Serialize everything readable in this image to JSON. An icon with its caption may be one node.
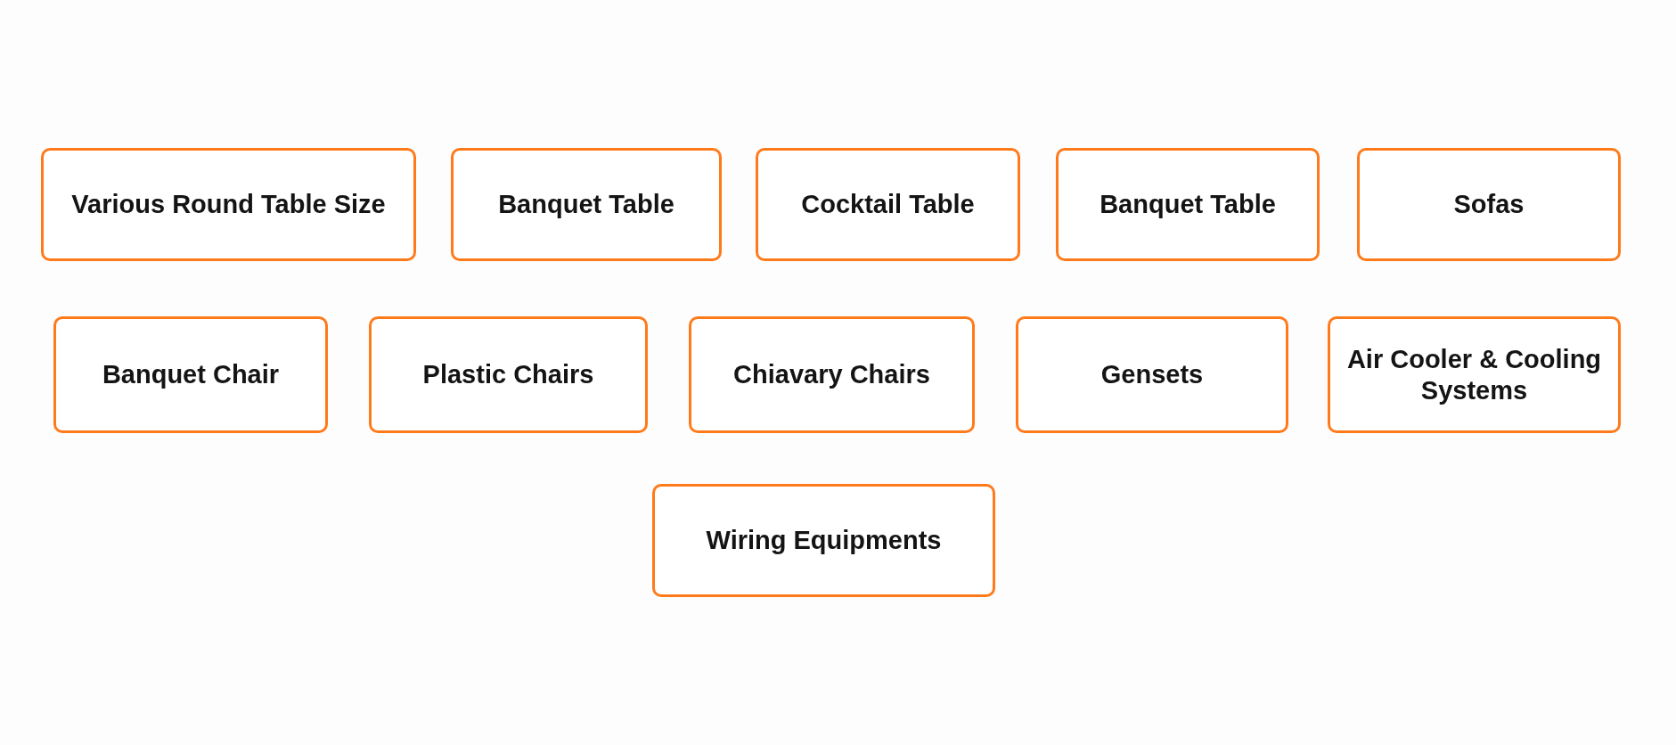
{
  "diagram": {
    "nodes": [
      {
        "text": [
          "Various Round Table Size"
        ]
      },
      {
        "text": [
          "Banquet Table"
        ]
      },
      {
        "text": [
          "Cocktail Table"
        ]
      },
      {
        "text": [
          "Banquet Table"
        ]
      },
      {
        "text": [
          "Sofas"
        ]
      },
      {
        "text": [
          "Banquet Chair"
        ]
      },
      {
        "text": [
          "Plastic Chairs"
        ]
      },
      {
        "text": [
          "Chiavary Chairs"
        ]
      },
      {
        "text": [
          "Gensets"
        ]
      },
      {
        "text": [
          "Air Cooler & Cooling Systems"
        ]
      },
      {
        "text": [
          "Wiring Equipments"
        ]
      }
    ]
  }
}
